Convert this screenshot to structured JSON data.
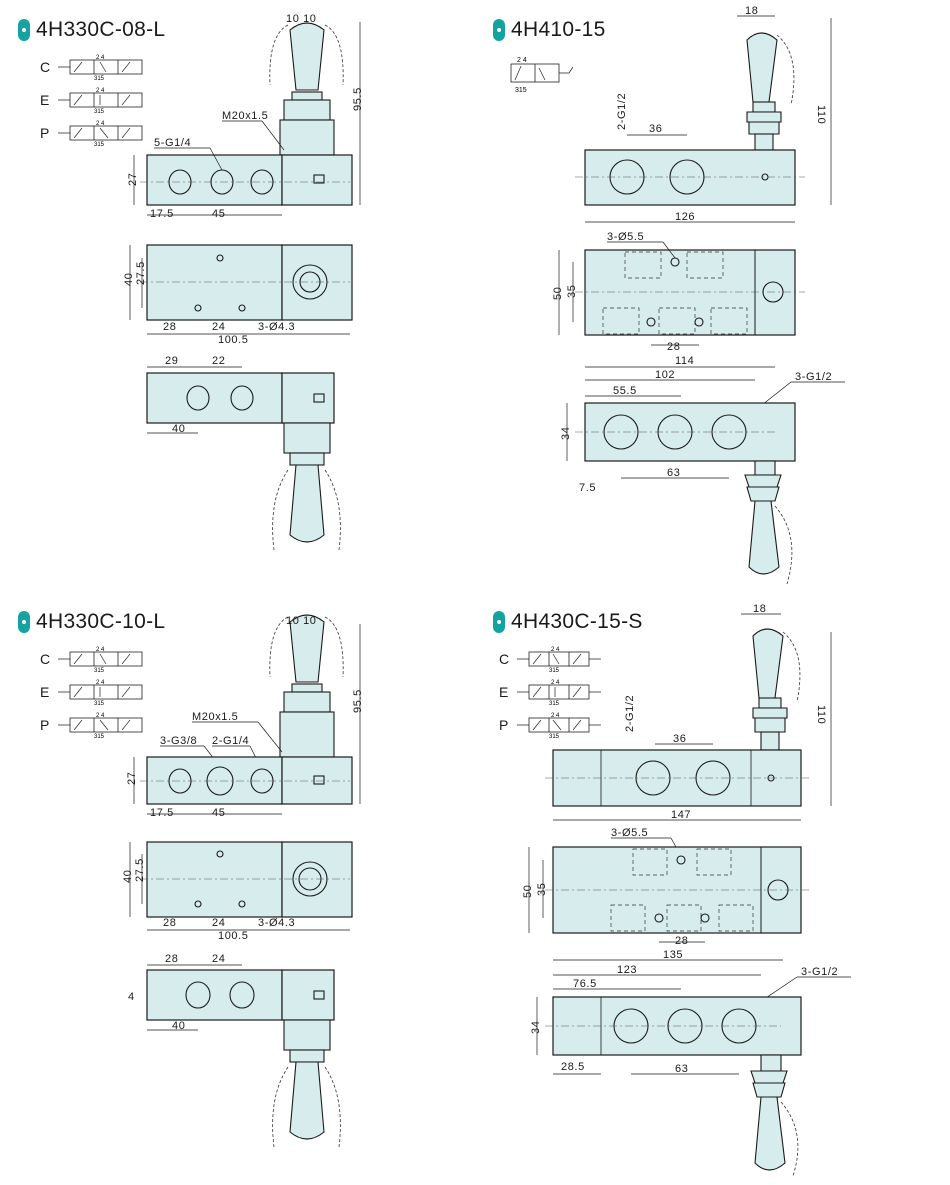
{
  "panels": [
    {
      "title": "4H330C-08-L",
      "variants": [
        "C",
        "E",
        "P"
      ],
      "symbol_nums": {
        "top": "2 4",
        "bottom": "315"
      },
      "dims": {
        "d1": "10 10",
        "d2": "95.5",
        "d3": "M20x1.5",
        "d4": "5-G1/4",
        "d5": "27",
        "d6": "17.5",
        "d7": "45",
        "d8": "40",
        "d9": "27.5",
        "d10": "28",
        "d11": "24",
        "d12": "3-Ø4.3",
        "d13": "100.5",
        "d14": "29",
        "d15": "22",
        "d16": "40"
      }
    },
    {
      "title": "4H410-15",
      "symbol_nums": {
        "top": "2 4",
        "bottom": "315"
      },
      "dims": {
        "d1": "18",
        "d2": "110",
        "d3": "2-G1/2",
        "d4": "36",
        "d5": "126",
        "d6": "3-Ø5.5",
        "d7": "50",
        "d8": "35",
        "d9": "28",
        "d10": "114",
        "d11": "102",
        "d12": "3-G1/2",
        "d13": "55.5",
        "d14": "34",
        "d15": "63",
        "d16": "7.5"
      }
    },
    {
      "title": "4H330C-10-L",
      "variants": [
        "C",
        "E",
        "P"
      ],
      "symbol_nums": {
        "top": "2 4",
        "bottom": "315"
      },
      "dims": {
        "d1": "10 10",
        "d2": "95.5",
        "d3": "M20x1.5",
        "d4": "3-G3/8",
        "d5": "2-G1/4",
        "d6": "27",
        "d7": "17.5",
        "d8": "45",
        "d9": "40",
        "d10": "27.5",
        "d11": "28",
        "d12": "24",
        "d13": "3-Ø4.3",
        "d14": "100.5",
        "d15": "28",
        "d16": "24",
        "d17": "4",
        "d18": "40"
      }
    },
    {
      "title": "4H430C-15-S",
      "variants": [
        "C",
        "E",
        "P"
      ],
      "symbol_nums": {
        "top": "2 4",
        "bottom": "315"
      },
      "dims": {
        "d1": "18",
        "d2": "110",
        "d3": "2-G1/2",
        "d4": "36",
        "d5": "147",
        "d6": "3-Ø5.5",
        "d7": "50",
        "d8": "35",
        "d9": "28",
        "d10": "135",
        "d11": "123",
        "d12": "3-G1/2",
        "d13": "76.5",
        "d14": "34",
        "d15": "63",
        "d16": "28.5"
      }
    }
  ],
  "colors": {
    "accent": "#14a3a0",
    "body_fill": "#d7ecec",
    "line": "#1a1a1a"
  }
}
